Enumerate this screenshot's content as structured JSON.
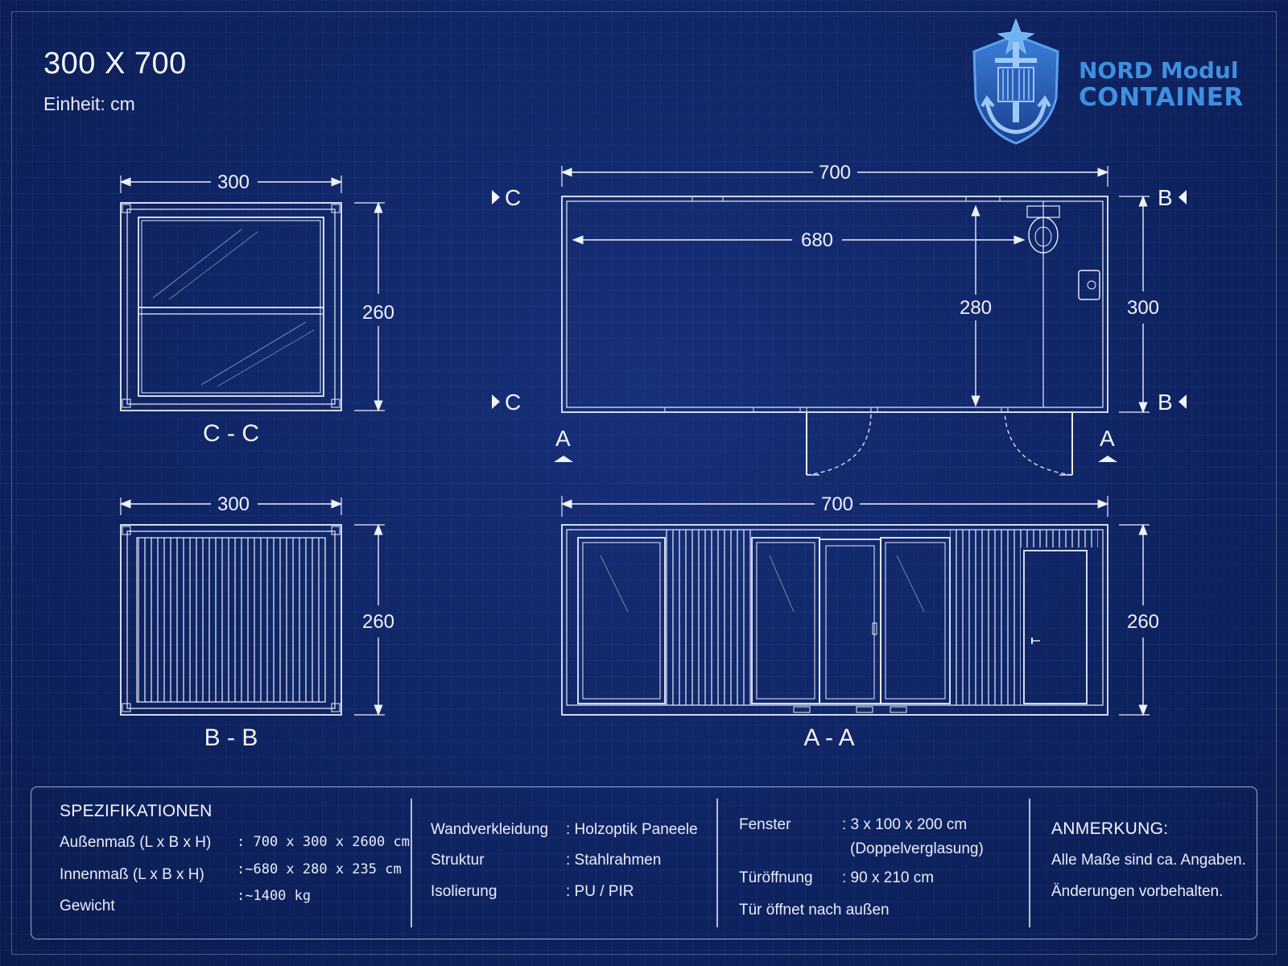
{
  "header": {
    "title": "300 X 700",
    "unit_label": "Einheit: cm"
  },
  "logo": {
    "line1": "NORD Modul",
    "line2": "CONTAINER",
    "icon": "anchor-shield-icon",
    "color": "#3f8fe0"
  },
  "views": {
    "cc": {
      "label": "C - C",
      "width": "300",
      "height": "260"
    },
    "bb": {
      "label": "B - B",
      "width": "300",
      "height": "260"
    },
    "plan": {
      "outer_length": "700",
      "inner_length": "680",
      "inner_width": "280",
      "outer_width": "300"
    },
    "aa": {
      "label": "A - A",
      "length": "700",
      "height": "260"
    }
  },
  "section_marks": {
    "c": "C",
    "b": "B",
    "a": "A"
  },
  "specs": {
    "heading": "SPEZIFIKATIONEN",
    "rows": [
      {
        "label": "Außenmaß (L x B x H)",
        "value": ": 700 x 300 x 2600 cm"
      },
      {
        "label": "Innenmaß (L x B x H)",
        "value": ":~680 x 280 x 235 cm"
      },
      {
        "label": "Gewicht",
        "value": ":~1400 kg"
      }
    ],
    "materials": [
      {
        "label": "Wandverkleidung",
        "value": ": Holzoptik Paneele"
      },
      {
        "label": "Struktur",
        "value": ": Stahlrahmen"
      },
      {
        "label": "Isolierung",
        "value": ": PU / PIR"
      }
    ],
    "openings": [
      {
        "label": "Fenster",
        "value": ": 3 x 100 x 200 cm",
        "value2": "(Doppelverglasung)"
      },
      {
        "label": "Türöffnung",
        "value": ": 90 x 210 cm"
      },
      {
        "label": "Tür öffnet nach außen"
      }
    ],
    "note": {
      "heading": "ANMERKUNG:",
      "line1": "Alle Maße sind ca. Angaben.",
      "line2": "Änderungen vorbehalten."
    }
  },
  "colors": {
    "background": "#0f2361",
    "line": "#e8eefc"
  }
}
